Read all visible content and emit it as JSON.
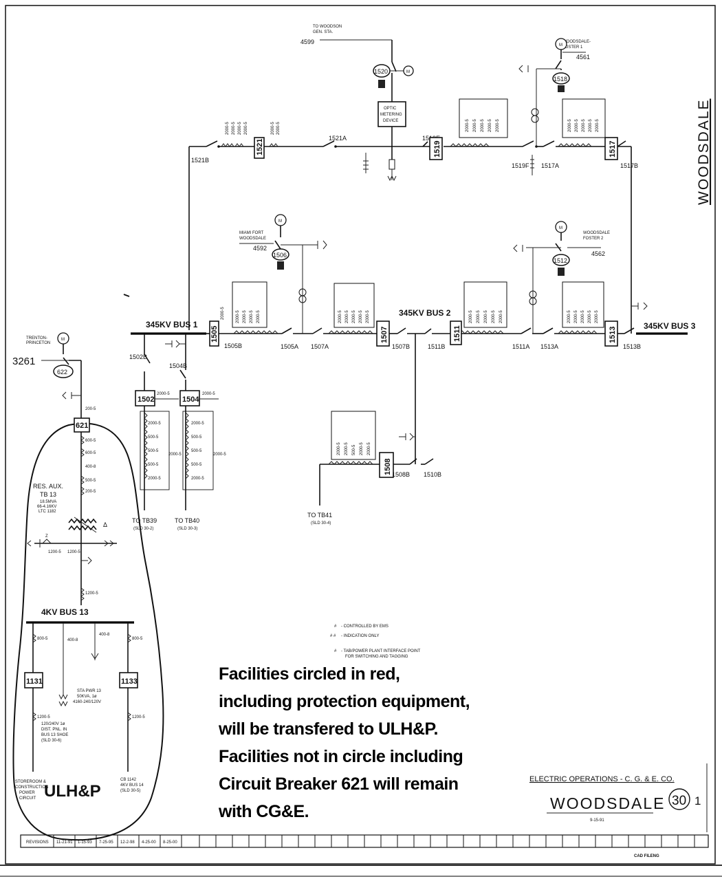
{
  "drawing": {
    "side_title": "WOODSDALE",
    "title_company": "ELECTRIC OPERATIONS - C. G. & E. CO.",
    "title_main": "WOODSDALE",
    "title_date": "9-15-91",
    "sheet_number": "30",
    "sheet_suffix": "1",
    "cad_filing": "CAD FILENG",
    "revisions_label": "REVISIONS",
    "revision_dates": [
      "11-21-91",
      "1-15-93",
      "7-25-95",
      "12-2-98",
      "4-25-00",
      "8-25-00"
    ]
  },
  "buses": {
    "bus1": "345KV BUS 1",
    "bus2": "345KV BUS 2",
    "bus3": "345KV BUS 3",
    "bus4kv": "4KV BUS 13"
  },
  "lines": {
    "l4599_to": "TO WOODSON",
    "l4599_sub": "GEN. STA.",
    "l4599": "4599",
    "l4561_to": "WOODSDALE-",
    "l4561_sub": "FOSTER 1",
    "l4561": "4561",
    "l4592_to": "MIAMI FORT",
    "l4592_sub": "WOODSDALE",
    "l4592": "4592",
    "l4562_to": "WOODSDALE",
    "l4562_sub": "FOSTER 2",
    "l4562": "4562",
    "l3261_to": "TRENTON-",
    "l3261_sub": "PRINCETON",
    "l3261": "3261",
    "tb39": "TO TB39",
    "tb39_sub": "(SLD 30-2)",
    "tb40": "TO TB40",
    "tb40_sub": "(SLD 30-3)",
    "tb41": "TO TB41",
    "tb41_sub": "(SLD 30-4)"
  },
  "breakers": {
    "b1520": "1520",
    "b1518": "1518",
    "b1521": "1521",
    "b1519": "1519",
    "b1517": "1517",
    "b1506c": "1506",
    "b1512": "1512",
    "b1505": "1505",
    "b1507": "1507",
    "b1511": "1511",
    "b1513": "1513",
    "b1502": "1502",
    "b1504": "1504",
    "b1508": "1508",
    "b622": "622",
    "b621": "621",
    "b1131": "1131",
    "b1133": "1133"
  },
  "switches": {
    "s1521B": "1521B",
    "s1521A": "1521A",
    "s1519E": "1519E",
    "s1519F": "1519F",
    "s1517A": "1517A",
    "s1517B": "1517B",
    "s1505B": "1505B",
    "s1505A": "1505A",
    "s1507A": "1507A",
    "s1507B": "1507B",
    "s1511B": "1511B",
    "s1511A": "1511A",
    "s1513A": "1513A",
    "s1513B": "1513B",
    "s1502B": "1502B",
    "s1504B": "1504B",
    "s1508B": "1508B",
    "s1510B": "1510B"
  },
  "equipment": {
    "optic": [
      "OPTIC",
      "METERING",
      "DEVICE"
    ],
    "res_aux": "RES. AUX.",
    "tb13": "TB 13",
    "tb13_details": [
      "18.5MVA",
      "66-4.16KV",
      "LTC 1182"
    ],
    "sta_pwr": [
      "STA PWR 13",
      "50KVA, 1ø",
      "4160-240/120V"
    ],
    "xfmr_120": [
      "120/240V 1ø",
      "DIST. PNL. IN",
      "BUS 13 SHOE",
      "(SLD 30-6)"
    ],
    "storeroom": [
      "STOREROOM &",
      "CONSTRUCTION",
      "POWER",
      "CIRCUIT"
    ],
    "cb1142": [
      "CB 1142",
      "4KV BUS 14",
      "(SLD 30-5)"
    ],
    "delta": "Δ",
    "ulhp": "ULH&P"
  },
  "legend": {
    "item1_sym": "#",
    "item1": "- CONTROLLED BY EMS",
    "item2_sym": "# #",
    "item2": "- INDICATION ONLY",
    "item3_sym": "#",
    "item3": "- TAB/POWER PLANT INTERFACE POINT",
    "item3_b": "FOR SWITCHING AND TAGGING"
  },
  "note": {
    "lines": [
      "Facilities circled in red,",
      "including protection equipment,",
      "will be transfered to ULH&P.",
      "Facilities not in circle including",
      "Circuit Breaker 621 will remain",
      "with CG&E."
    ]
  },
  "ct_labels": {
    "c2000": "2000-5",
    "c200": "200-5",
    "c600": "600-5",
    "c500": "500-5",
    "c400": "400-8",
    "c1200": "1200-5",
    "c800": "800-5",
    "z": "Z"
  }
}
